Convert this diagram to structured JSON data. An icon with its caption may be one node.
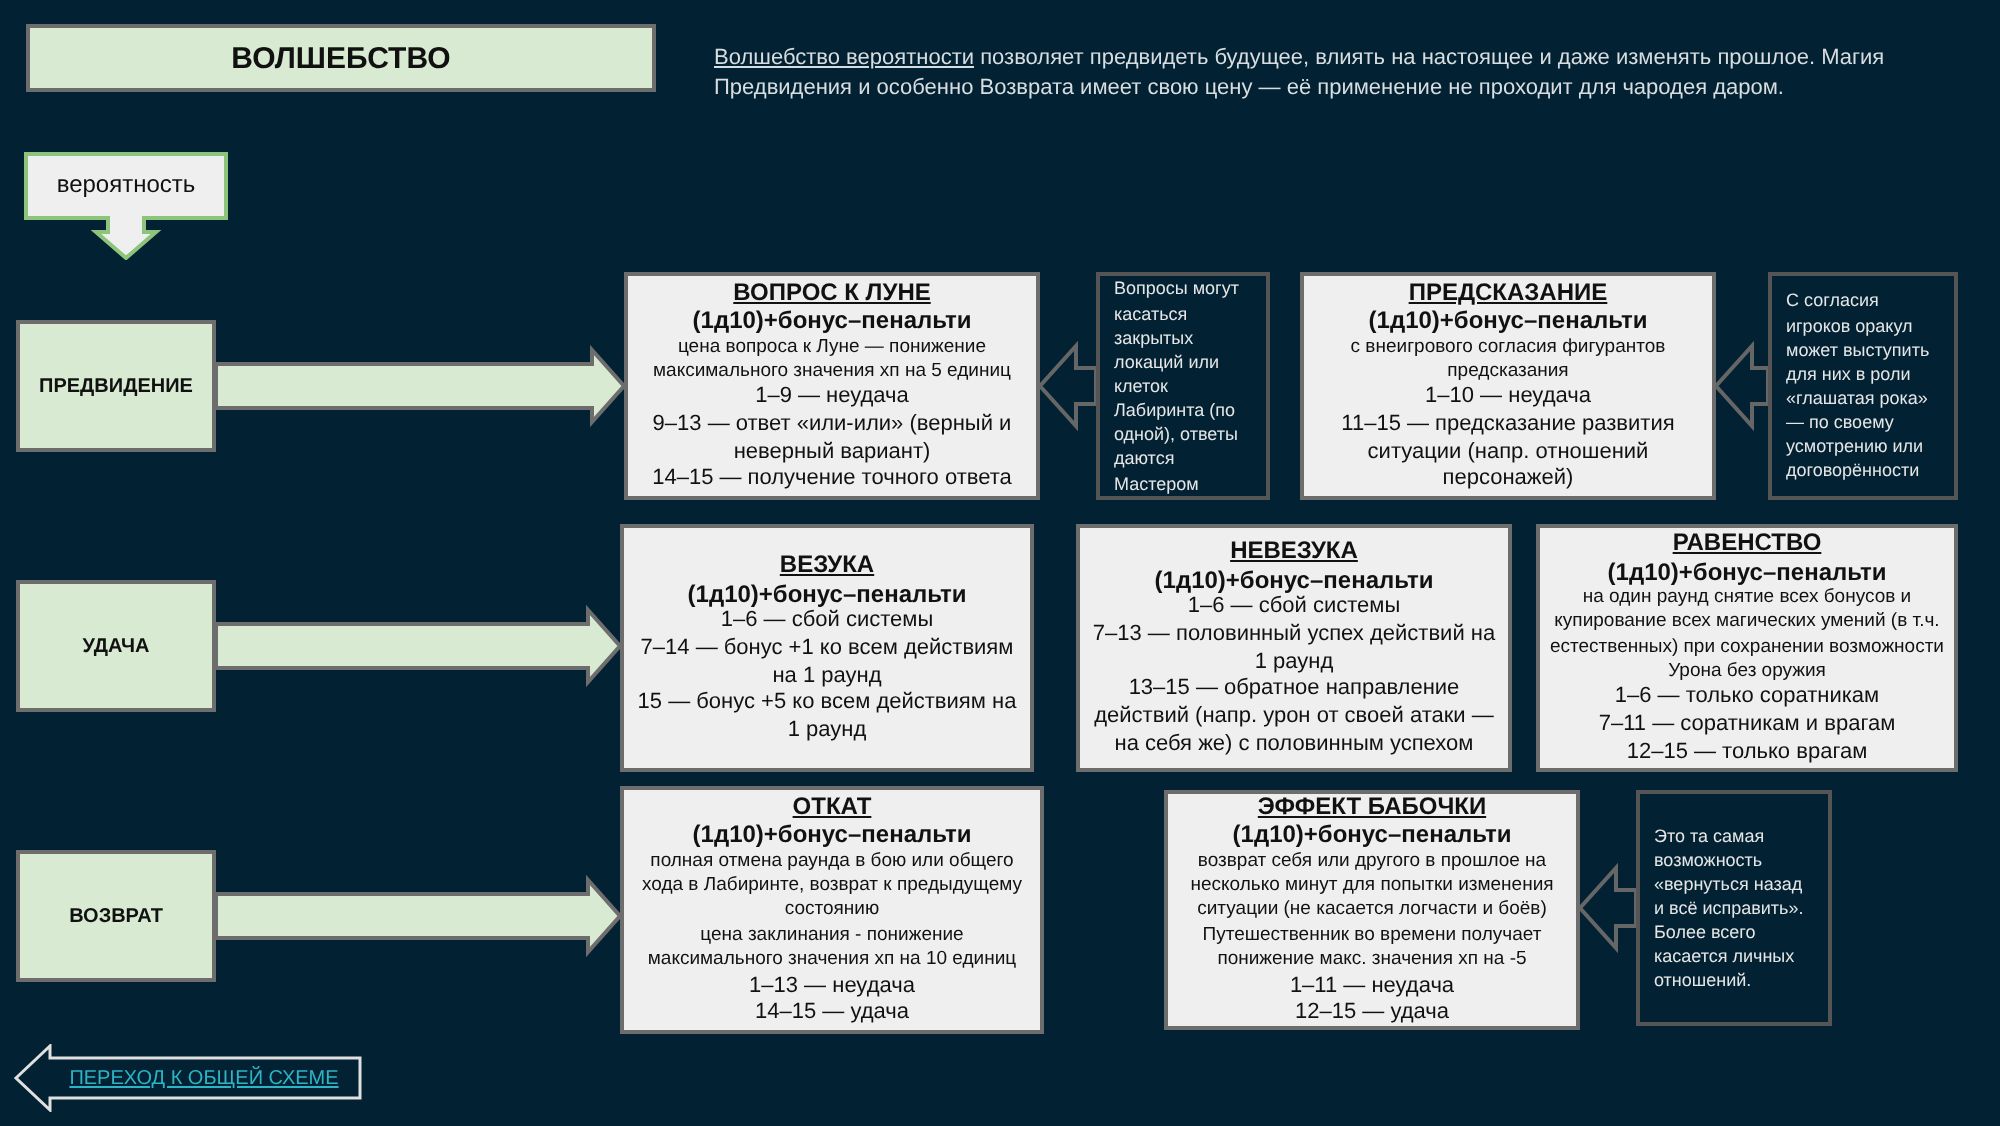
{
  "diagram": {
    "nodes": [
      {
        "text": [
          "ВОЛШЕБСТВО"
        ]
      },
      {
        "text": [
          "вероятность"
        ]
      },
      {
        "text": [
          "ПРЕДВИДЕНИЕ"
        ]
      },
      {
        "text": [
          "ВОПРОС К ЛУНЕ",
          "(1д10)+бонус–пенальти",
          "цена вопроса к Луне — понижение максимального значения хп на 5 единиц",
          "1–9 — неудача",
          "9–13 —  ответ «или-или» (верный и неверный вариант)",
          "14–15 — получение точного ответа"
        ]
      },
      {
        "text": [
          "Вопросы могут касаться закрытых локаций или клеток Лабиринта (по одной), ответы даются Мастером"
        ]
      },
      {
        "text": [
          "ПРЕДСКАЗАНИЕ",
          "(1д10)+бонус–пенальти",
          "с внеигрового согласия фигурантов предсказания",
          "1–10 — неудача",
          "11–15 —  предсказание развития ситуации (напр. отношений персонажей)"
        ]
      },
      {
        "text": [
          "С согласия игроков оракул может выступить для них  в роли «глашатая рока» — по своему усмотрению или договорённости"
        ]
      },
      {
        "text": [
          "УДАЧА"
        ]
      },
      {
        "text": [
          "ВЕЗУКА",
          "(1д10)+бонус–пенальти",
          "1–6 — сбой системы",
          "7–14 — бонус +1 ко всем действиям на 1 раунд",
          "15 — бонус +5 ко всем действиям на 1 раунд"
        ]
      },
      {
        "text": [
          "НЕВЕЗУКА",
          "(1д10)+бонус–пенальти",
          "1–6 — сбой системы",
          "7–13 — половинный успех действий на 1 раунд",
          "13–15 — обратное направление действий (напр. урон от своей атаки — на себя же) с половинным успехом"
        ]
      },
      {
        "text": [
          "РАВЕНСТВО",
          "(1д10)+бонус–пенальти",
          "на один раунд снятие всех бонусов и купирование всех магических умений (в т.ч. естественных) при сохранении возможности Урона без оружия",
          "1–6 — только соратникам",
          "7–11 — соратникам и врагам",
          "12–15 — только врагам"
        ]
      },
      {
        "text": [
          "ВОЗВРАТ"
        ]
      },
      {
        "text": [
          "ОТКАТ",
          "(1д10)+бонус–пенальти",
          "полная отмена раунда в бою или общего хода в Лабиринте, возврат к предыдущему состоянию",
          "цена заклинания - понижение максимального значения хп на 10 единиц",
          "1–13 — неудача",
          "14–15 — удача"
        ]
      },
      {
        "text": [
          "ЭФФЕКТ БАБОЧКИ",
          "(1д10)+бонус–пенальти",
          "возврат себя или другого в прошлое на несколько минут для попытки изменения ситуации (не касается логчасти и боёв)",
          "Путешественник во времени получает понижение макс. значения хп на -5",
          "1–11 — неудача",
          "12–15 — удача"
        ]
      },
      {
        "text": [
          "Это та самая возможность «вернуться назад и всё исправить». Более всего касается личных отношений."
        ]
      },
      {
        "text": [
          "ПЕРЕХОД К ОБЩЕЙ СХЕМЕ"
        ]
      }
    ],
    "edges": [
      {
        "from": 2,
        "to": 3,
        "arrow": "to",
        "style": "thick"
      },
      {
        "from": 4,
        "to": 3,
        "arrow": "to"
      },
      {
        "from": 6,
        "to": 5,
        "arrow": "to"
      },
      {
        "from": 7,
        "to": 8,
        "arrow": "to",
        "style": "thick"
      },
      {
        "from": 11,
        "to": 12,
        "arrow": "to",
        "style": "thick"
      },
      {
        "from": 14,
        "to": 13,
        "arrow": "to"
      }
    ],
    "labels": [
      "Волшебство вероятности",
      "позволяет предвидеть будущее, влиять на настоящее и даже изменять прошлое. Магия Предвидения и особенно Возврата имеет свою цену — её применение не проходит для чародея даром."
    ]
  }
}
